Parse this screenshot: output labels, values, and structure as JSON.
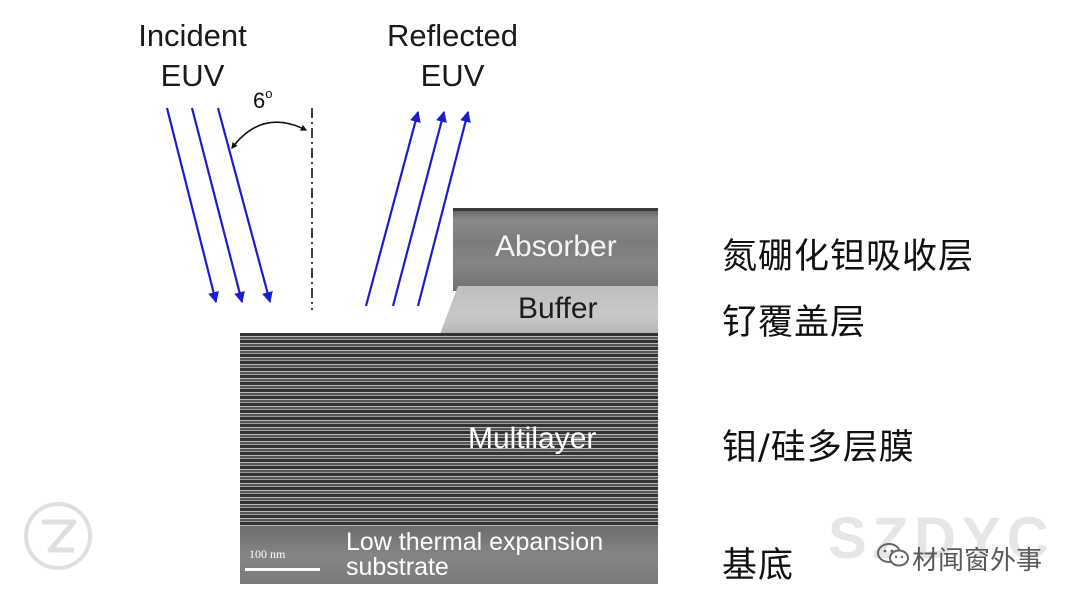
{
  "beams": {
    "incident_label_line1": "Incident",
    "incident_label_line2": "EUV",
    "reflected_label_line1": "Reflected",
    "reflected_label_line2": "EUV",
    "angle_value": "6",
    "angle_unit": "o",
    "arrow_color": "#1c1ccf"
  },
  "layers": {
    "absorber": "Absorber",
    "buffer": "Buffer",
    "multilayer": "Multilayer",
    "substrate_line1": "Low thermal expansion",
    "substrate_line2": "substrate"
  },
  "scale_bar": {
    "label": "100 nm"
  },
  "chinese_labels": {
    "absorber": "氮硼化钽吸收层",
    "buffer": "钌覆盖层",
    "multilayer": "钼/硅多层膜",
    "substrate": "基底"
  },
  "watermark": {
    "text": "SZDYC",
    "source": "材闻窗外事",
    "icons": [
      "logo-icon",
      "wechat-icon"
    ]
  }
}
